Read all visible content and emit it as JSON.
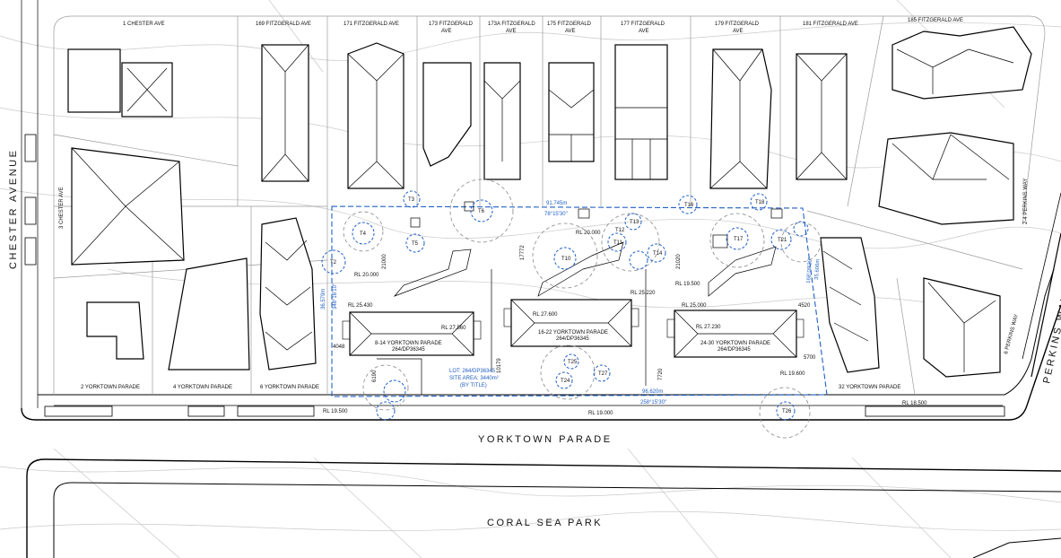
{
  "streets": {
    "chester": "CHESTER AVENUE",
    "yorktown": "YORKTOWN PARADE",
    "perkins": "PERKINS WAY",
    "park": "CORAL SEA PARK"
  },
  "lots_top": [
    "1 CHESTER AVE",
    "169 FITZGERALD AVE",
    "171 FITZGERALD AVE",
    "173 FITZGERALD",
    "AVE",
    "173A FITZGERALD",
    "AVE",
    "175 FITZGERALD",
    "AVE",
    "177 FITZGERALD",
    "AVE",
    "179 FITZGERALD",
    "AVE",
    "181 FITZGERALD AVE",
    "185 FITZGERALD AVE"
  ],
  "lots_side": [
    "3 CHESTER AVE",
    "2-4 PERKINS WAY",
    "6 PERKINS WAY"
  ],
  "lots_bottom": [
    "2 YORKTOWN PARADE",
    "4 YORKTOWN PARADE",
    "6 YORKTOWN PARADE",
    "32 YORKTOWN PARADE"
  ],
  "buildings": [
    {
      "name": "8-14 YORKTOWN PARADE",
      "ref": "264/DP36345",
      "rl": "RL 25.430",
      "rl2": "RL 27.560"
    },
    {
      "name": "16-22 YORKTOWN PARADE",
      "ref": "264/DP36345",
      "rl": "RL 27.600",
      "rl2": "RL 25.220"
    },
    {
      "name": "24-30 YORKTOWN PARADE",
      "ref": "264/DP36345",
      "rl": "RL 27.230",
      "rl2": "RL 25.000"
    }
  ],
  "site": {
    "lot": "LOT: 264/DP36345",
    "area": "SITE AREA: 3440m²",
    "title": "(BY TITLE)",
    "top_len": "91.745m",
    "top_bearing": "78°15'30\"",
    "bot_len": "96.620m",
    "bot_bearing": "258°15'30\"",
    "left_len": "36.579m",
    "left_bearing": "348°16'10\"",
    "right_len": "35.606m",
    "right_bearing": "168°09'20\""
  },
  "levels": [
    "RL 20.000",
    "RL 20.000",
    "RL 19.500",
    "RL 19.600",
    "RL 19.500",
    "RL 19.000",
    "RL 18.500"
  ],
  "dims": [
    "21000",
    "17772",
    "21020",
    "4048",
    "4520",
    "5700",
    "10179",
    "7720",
    "6190"
  ],
  "trees": [
    "T2",
    "T3",
    "T4",
    "T5",
    "T6",
    "T10",
    "T11",
    "T12",
    "T13",
    "T14",
    "T16",
    "T17",
    "T18",
    "T21",
    "T24",
    "T25",
    "T26",
    "T27"
  ]
}
